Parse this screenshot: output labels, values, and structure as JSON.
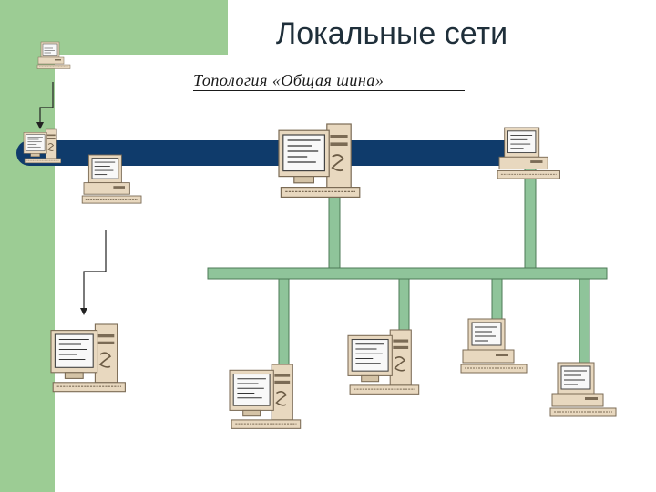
{
  "slide": {
    "title": "Локальные сети",
    "subtitle": "Топология «Общая шина»"
  },
  "colors": {
    "accent_green": "#9ccc94",
    "bus_blue": "#0f3b6b",
    "connector_green": "#8fc49a",
    "computer_beige": "#e8d8bf"
  },
  "diagram": {
    "nodes": [
      "computer-1",
      "computer-2",
      "computer-3",
      "computer-4",
      "computer-5",
      "computer-6",
      "computer-7",
      "computer-8",
      "computer-9",
      "computer-10",
      "computer-11"
    ],
    "buses": [
      "main-bus",
      "secondary-bus"
    ]
  }
}
